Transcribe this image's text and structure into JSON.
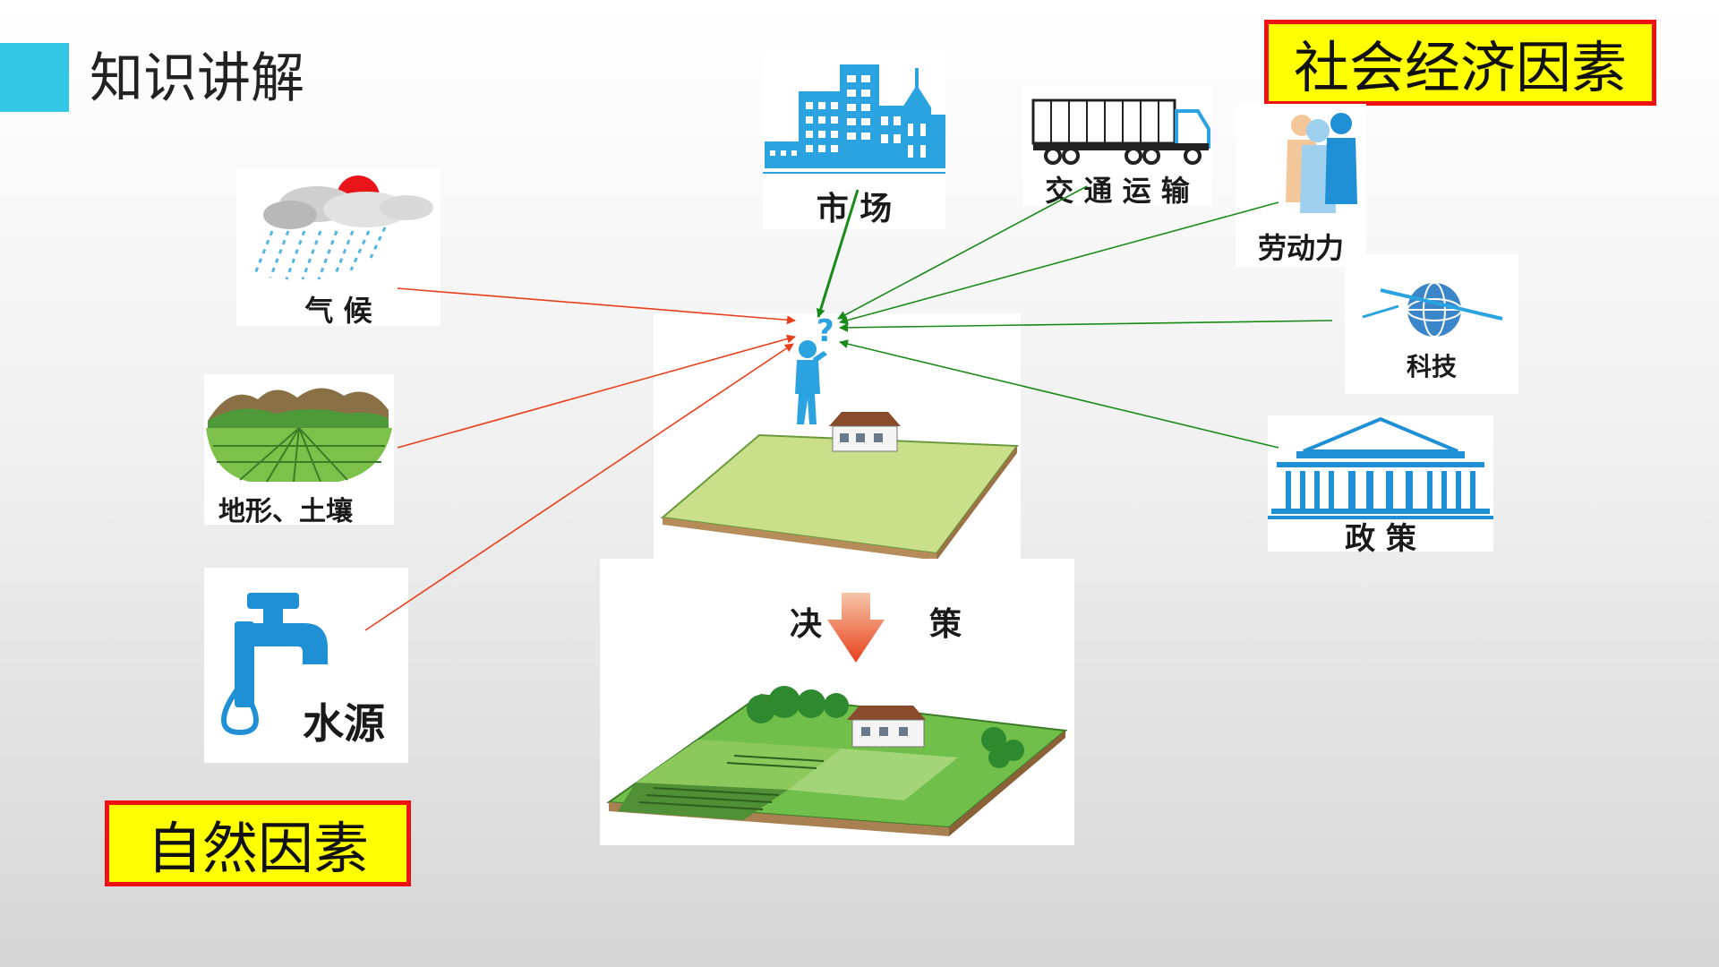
{
  "header": {
    "title": "知识讲解",
    "accent_color": "#33c6e5"
  },
  "tags": {
    "social": "社会经济因素",
    "natural": "自然因素",
    "tag_fill": "#ffff00",
    "tag_border": "#ee1111"
  },
  "natural_factors": [
    {
      "label": "气 候",
      "icon": "cloud-rain-sun-icon"
    },
    {
      "label": "地形、土壤",
      "icon": "terrain-fields-icon"
    },
    {
      "label": "水源",
      "icon": "water-tap-icon"
    }
  ],
  "social_factors": [
    {
      "label": "市 场",
      "icon": "city-buildings-icon"
    },
    {
      "label": "交 通 运 输",
      "icon": "truck-icon"
    },
    {
      "label": "劳动力",
      "icon": "workers-icon"
    },
    {
      "label": "科技",
      "icon": "satellite-globe-icon"
    },
    {
      "label": "政 策",
      "icon": "government-building-icon"
    }
  ],
  "center": {
    "question_mark": "?",
    "figure_icon": "thinking-person-icon",
    "decision_left": "决",
    "decision_right": "策"
  },
  "colors": {
    "natural_arrow": "#e8401c",
    "social_arrow": "#1a8a1a",
    "icon_blue": "#2aa3e0"
  }
}
